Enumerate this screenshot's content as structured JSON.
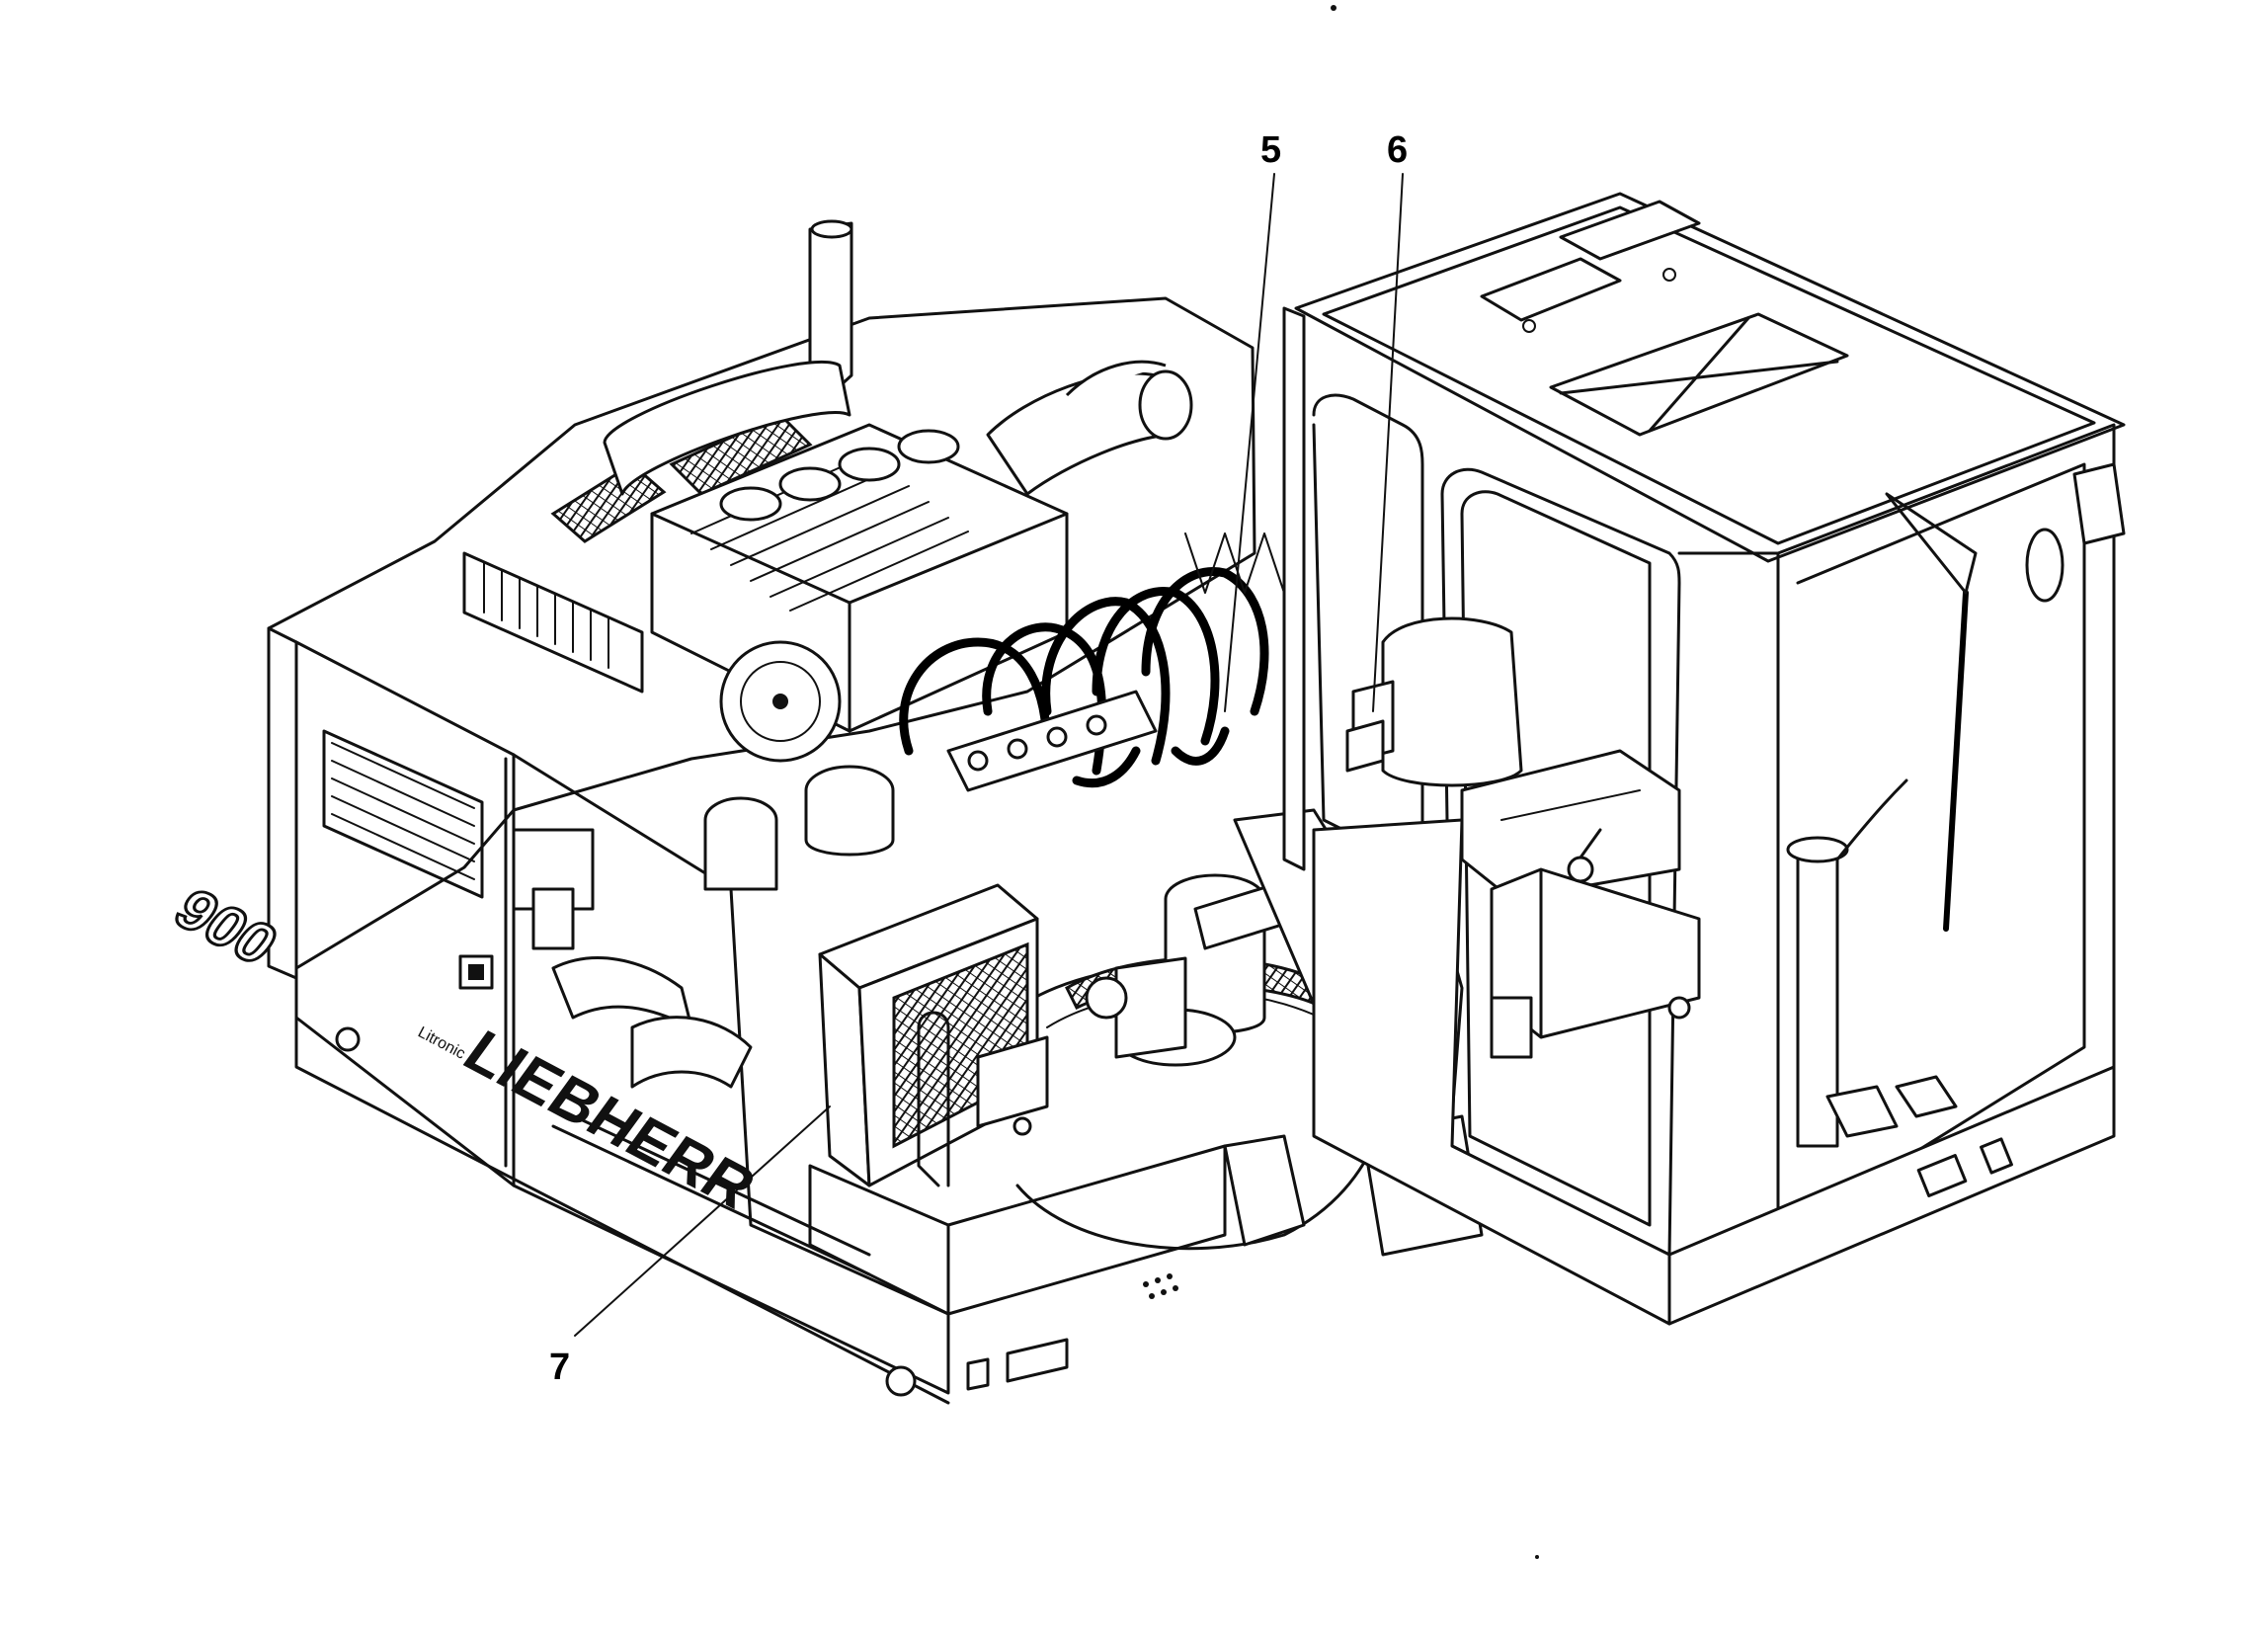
{
  "labels": {
    "callout_5": "5",
    "callout_6": "6",
    "callout_7": "7"
  },
  "machine": {
    "brand": "LIEBHERR",
    "model": "900",
    "model_sub": "Litronic"
  }
}
